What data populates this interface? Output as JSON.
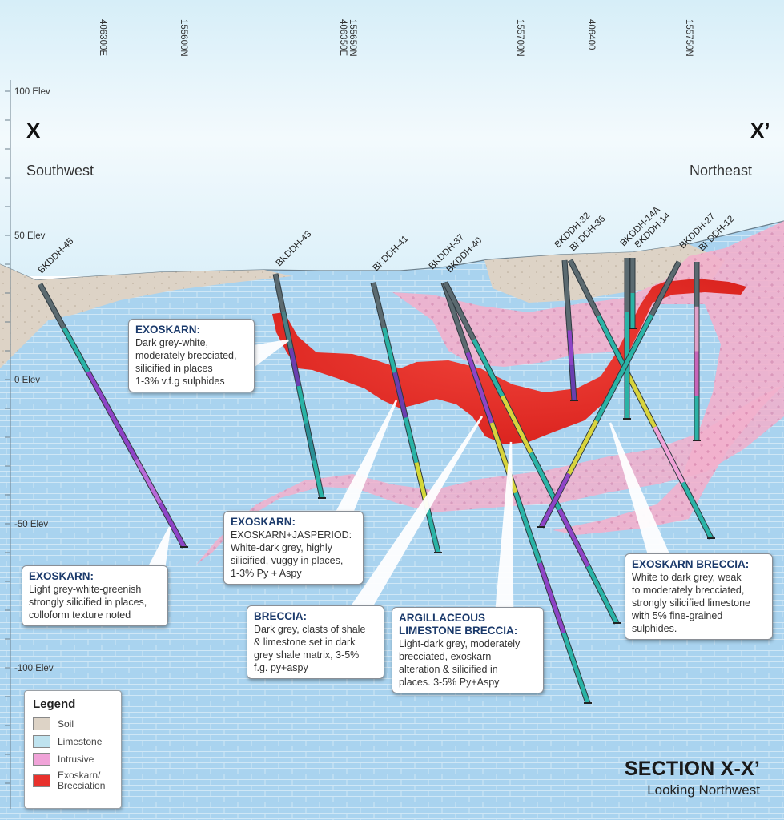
{
  "coords": [
    "406300E",
    "155600N",
    "155650N",
    "406350E",
    "155700N",
    "406400",
    "155750N"
  ],
  "elevations": [
    "100 Elev",
    "50 Elev",
    "0 Elev",
    "-50 Elev",
    "-100 Elev"
  ],
  "section_ends": {
    "left": "X",
    "right": "X’",
    "left_dir": "Southwest",
    "right_dir": "Northeast"
  },
  "holes": [
    "BKDDH-45",
    "BKDDH-43",
    "BKDDH-41",
    "BKDDH-37",
    "BKDDH-40",
    "BKDDH-32",
    "BKDDH-36",
    "BKDDH-14A",
    "BKDDH-14",
    "BKDDH-27",
    "BKDDH-12"
  ],
  "callouts": [
    {
      "title": "EXOSKARN:",
      "lines": [
        "Dark grey-white,",
        "moderately brecciated,",
        "silicified in places",
        "1-3% v.f.g sulphides"
      ]
    },
    {
      "title": "EXOSKARN:",
      "lines": [
        "EXOSKARN+JASPERIOD:",
        "White-dark grey, highly",
        "silicified, vuggy in places,",
        "1-3% Py + Aspy"
      ]
    },
    {
      "title": "EXOSKARN:",
      "lines": [
        "Light grey-white-greenish",
        "strongly silicified in places,",
        "colloform texture noted"
      ]
    },
    {
      "title": "BRECCIA:",
      "lines": [
        "Dark grey, clasts of shale",
        "& limestone set in dark",
        "grey shale matrix, 3-5%",
        "f.g. py+aspy"
      ]
    },
    {
      "title": "ARGILLACEOUS LIMESTONE BRECCIA:",
      "lines": [
        "Light-dark grey, moderately",
        "brecciated, exoskarn",
        "alteration & silicified in",
        "places. 3-5% Py+Aspy"
      ]
    },
    {
      "title": "EXOSKARN BRECCIA:",
      "lines": [
        "White to dark grey, weak",
        "to moderately brecciated,",
        "strongly silicified limestone",
        "with 5% fine-grained",
        "sulphides."
      ]
    }
  ],
  "legend": {
    "title": "Legend",
    "items": [
      {
        "label": "Soil",
        "color": "#ddd3c6"
      },
      {
        "label": "Limestone",
        "color": "#bfe3ef"
      },
      {
        "label": "Intrusive",
        "color": "#f0a3d8"
      },
      {
        "label": "Exoskarn/ Brecciation",
        "color": "#e8312c"
      }
    ]
  },
  "section_title": "SECTION X-X’",
  "section_subtitle": "Looking Northwest",
  "colors": {
    "sky": "#e0f3fa",
    "limestone": "#a9d3ef",
    "soil": "#ddd3c6",
    "intrusive": "#f2a8c8",
    "exoskarn": "#e52a24"
  }
}
